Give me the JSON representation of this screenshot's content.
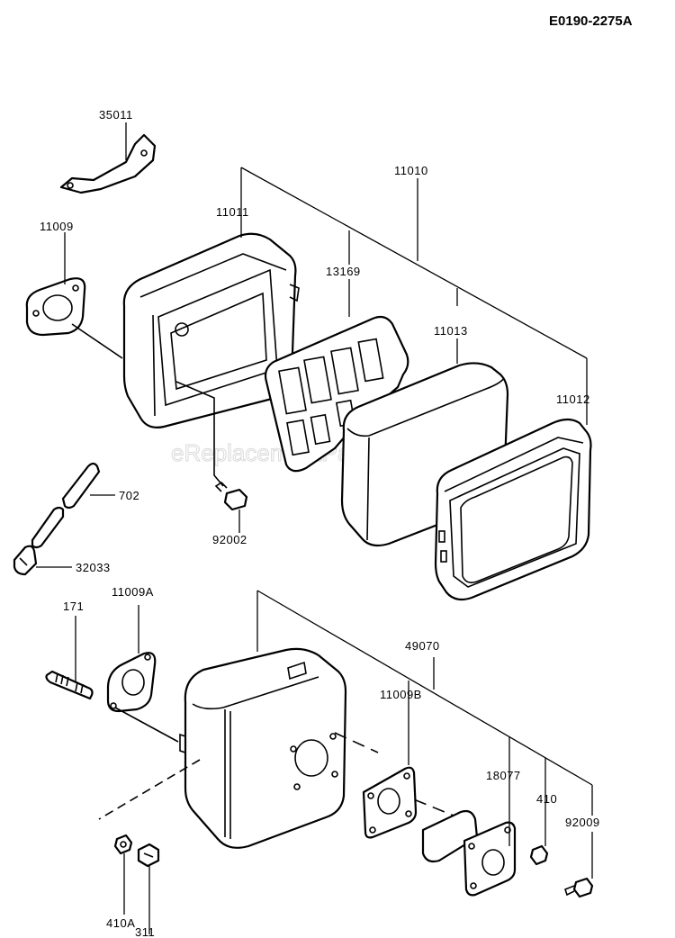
{
  "diagram_code": "E0190-2275A",
  "watermark": "eReplacementParts.com",
  "labels": {
    "p35011": "35011",
    "p11010": "11010",
    "p11011": "11011",
    "p11009": "11009",
    "p13169": "13169",
    "p11013": "11013",
    "p11012": "11012",
    "p702": "702",
    "p92002": "92002",
    "p32033": "32033",
    "p171": "171",
    "p11009A": "11009A",
    "p49070": "49070",
    "p11009B": "11009B",
    "p18077": "18077",
    "p410": "410",
    "p92009": "92009",
    "p410A": "410A",
    "p311": "311"
  }
}
